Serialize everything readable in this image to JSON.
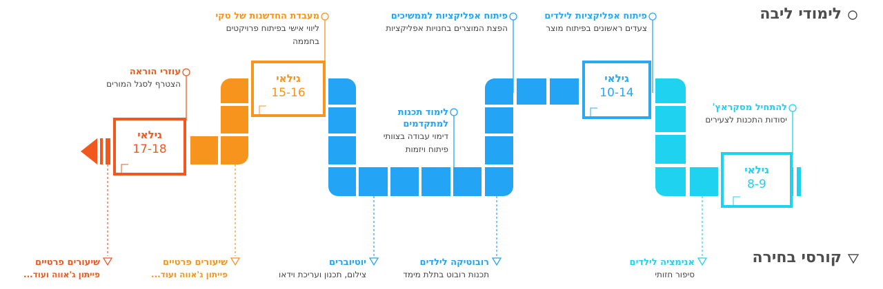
{
  "sections": {
    "studies_label": "לימודי ליבה",
    "courses_label": "קורסי בחירה"
  },
  "colors": {
    "cyan": "#1ed2f0",
    "blue": "#23a4f5",
    "blue_mid": "#2aa8f0",
    "orange": "#f7941d",
    "red_orange": "#f0581e"
  },
  "ages": [
    {
      "label": "גילאי",
      "range": "8-9"
    },
    {
      "label": "גילאי",
      "range": "10-14"
    },
    {
      "label": "גילאי",
      "range": "15-16"
    },
    {
      "label": "גילאי",
      "range": "17-18"
    }
  ],
  "top_items": [
    {
      "title": "פיתוח אפליקציות לילדים",
      "desc": [
        "צעדים ראשונים בפיתוח מוצר"
      ]
    },
    {
      "title": "פיתוח אפליקציות לממשיכים",
      "desc": [
        "הפצת המוצרים בחנויות אפליקציות"
      ]
    },
    {
      "title": "מעבדת החדשנות של טקי",
      "desc": [
        "ליווי אישי בפיתוח פרויקטים",
        "בחממה"
      ]
    },
    {
      "title": "עוזרי הוראה",
      "desc": [
        "הצטרף לסגל המורים"
      ]
    },
    {
      "title": "להתחיל מסקראץ'",
      "desc": [
        "יסודות התכנות לצעירים"
      ]
    },
    {
      "title": "לימוד תכנות",
      "title2": "למתקדמים",
      "desc": [
        "דימוי עבודה בצוותי",
        "פיתוח ויזמות"
      ]
    }
  ],
  "bottom_items": [
    {
      "title": "אנימציה לילדים",
      "desc": "סיפור חזותי"
    },
    {
      "title": "רובוטיקה לילדים",
      "desc": "תכנות רובוט בתלת מימד"
    },
    {
      "title": "יוטיוברים",
      "desc": "צילום, תכנון ועריכת וידאו"
    },
    {
      "title": "שיעורים פרטיים",
      "desc": "פייתון ג'אווה ועוד..."
    },
    {
      "title": "שיעורים פרטיים",
      "desc": "פייתון ג'אווה ועוד..."
    }
  ]
}
